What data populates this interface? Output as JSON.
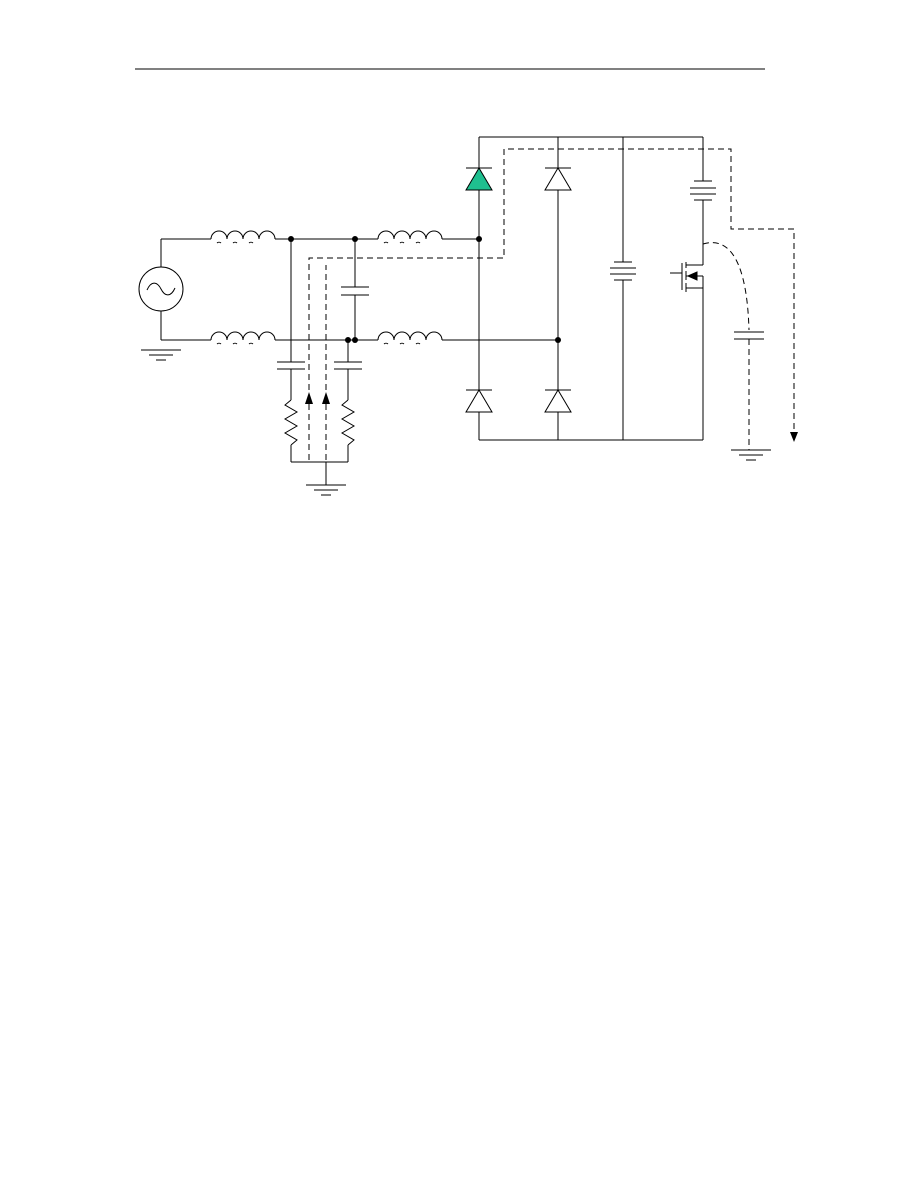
{
  "page": {
    "background": "#ffffff"
  },
  "diagram": {
    "kind": "circuit-schematic",
    "line_color": "#000000",
    "highlight_color": "#1fbf8f",
    "components": [
      "ac-source",
      "ground",
      "ground",
      "ground",
      "inductor",
      "inductor",
      "inductor",
      "inductor",
      "capacitor",
      "capacitor",
      "capacitor",
      "capacitor",
      "resistor",
      "resistor",
      "diode-highlighted",
      "diode",
      "diode",
      "diode",
      "bulk-capacitor",
      "battery-source",
      "mosfet"
    ],
    "current_paths": [
      "common-mode-return-path",
      "parasitic-capacitance-path"
    ]
  }
}
